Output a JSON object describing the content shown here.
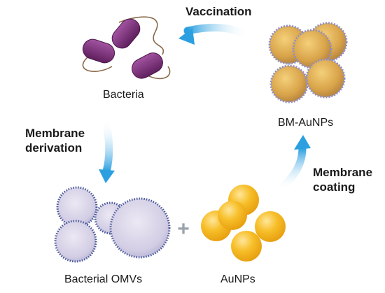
{
  "labels": {
    "vaccination": "Vaccination",
    "bacteria": "Bacteria",
    "bm_aunps": "BM-AuNPs",
    "membrane_derivation": [
      "Membrane",
      "derivation"
    ],
    "membrane_coating": [
      "Membrane",
      "coating"
    ],
    "bacterial_omvs": "Bacterial OMVs",
    "aunps": "AuNPs",
    "plus": "+"
  },
  "colors": {
    "arrow": "#3aa6e0",
    "bacteria": "#7a2f77",
    "gold": "#f4b41a",
    "vesicle": "#cfcde4",
    "vesicle_rim": "#4b5a9a"
  }
}
